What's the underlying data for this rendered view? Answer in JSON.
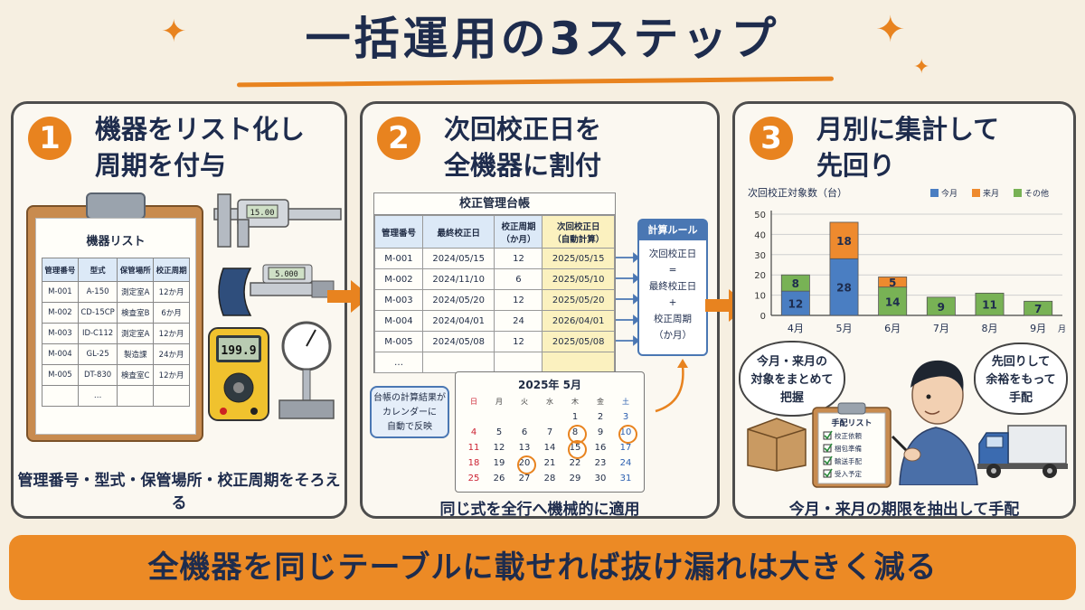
{
  "title": "一括運用の3ステップ",
  "step1": {
    "num": "1",
    "title_line1": "機器をリスト化し",
    "title_line2": "周期を付与",
    "list_title": "機器リスト",
    "headers": [
      "管理番号",
      "型式",
      "保管場所",
      "校正周期"
    ],
    "rows": [
      [
        "M-001",
        "A-150",
        "測定室A",
        "12か月"
      ],
      [
        "M-002",
        "CD-15CP",
        "検査室B",
        "6か月"
      ],
      [
        "M-003",
        "ID-C112",
        "測定室A",
        "12か月"
      ],
      [
        "M-004",
        "GL-25",
        "製造課",
        "24か月"
      ],
      [
        "M-005",
        "DT-830",
        "検査室C",
        "12か月"
      ]
    ],
    "ellipsis": "…",
    "caliper_display": "15.00",
    "micrometer_display": "5.000",
    "multimeter_display": "199.9",
    "caption": "管理番号・型式・保管場所・校正周期をそろえる"
  },
  "step2": {
    "num": "2",
    "title_line1": "次回校正日を",
    "title_line2": "全機器に割付",
    "ledger_title": "校正管理台帳",
    "headers": [
      "管理番号",
      "最終校正日",
      "校正周期\n（か月）",
      "次回校正日\n（自動計算）"
    ],
    "rows": [
      [
        "M-001",
        "2024/05/15",
        "12",
        "2025/05/15"
      ],
      [
        "M-002",
        "2024/11/10",
        "6",
        "2025/05/10"
      ],
      [
        "M-003",
        "2024/05/20",
        "12",
        "2025/05/20"
      ],
      [
        "M-004",
        "2024/04/01",
        "24",
        "2026/04/01"
      ],
      [
        "M-005",
        "2024/05/08",
        "12",
        "2025/05/08"
      ]
    ],
    "ellipsis": "…",
    "rule_title": "計算ルール",
    "rule_lines": [
      "次回校正日",
      "=",
      "最終校正日",
      "+",
      "校正周期",
      "（か月）"
    ],
    "calendar_title": "2025年 5月",
    "calendar_weekdays": [
      "日",
      "月",
      "火",
      "水",
      "木",
      "金",
      "土"
    ],
    "calendar_days": [
      "",
      "",
      "",
      "",
      "1",
      "2",
      "3",
      "4",
      "5",
      "6",
      "7",
      "8",
      "9",
      "10",
      "11",
      "12",
      "13",
      "14",
      "15",
      "16",
      "17",
      "18",
      "19",
      "20",
      "21",
      "22",
      "23",
      "24",
      "25",
      "26",
      "27",
      "28",
      "29",
      "30",
      "31"
    ],
    "calendar_marked": [
      "8",
      "10",
      "15",
      "20"
    ],
    "note": "台帳の計算結果が\nカレンダーに\n自動で反映",
    "caption": "同じ式を全行へ機械的に適用"
  },
  "step3": {
    "num": "3",
    "title_line1": "月別に集計して",
    "title_line2": "先回り",
    "bubble_left": "今月・来月の\n対象をまとめて\n把握",
    "bubble_right": "先回りして\n余裕をもって\n手配",
    "checklist_title": "手配リスト",
    "checklist_items": [
      "校正依頼",
      "梱包準備",
      "輸送手配",
      "受入予定"
    ],
    "caption": "今月・来月の期限を抽出して手配"
  },
  "chart_data": {
    "type": "bar",
    "stacked": true,
    "title": "次回校正対象数（台）",
    "categories": [
      "4月",
      "5月",
      "6月",
      "7月",
      "8月",
      "9月"
    ],
    "xlabel": "月",
    "ylabel": "",
    "ylim": [
      0,
      50
    ],
    "yticks": [
      0,
      10,
      20,
      30,
      40,
      50
    ],
    "series": [
      {
        "name": "今月",
        "color": "#4a7ec2",
        "values": [
          12,
          28,
          0,
          0,
          0,
          0
        ]
      },
      {
        "name": "来月",
        "color": "#ee8a2e",
        "values": [
          0,
          18,
          5,
          0,
          0,
          0
        ]
      },
      {
        "name": "その他",
        "color": "#78b255",
        "values": [
          8,
          0,
          14,
          9,
          11,
          7
        ]
      }
    ],
    "legend": "top-right",
    "grid": true
  },
  "banner": "全機器を同じテーブルに載せれば抜け漏れは大きく減る",
  "colors": {
    "accent": "#e8831f",
    "navy": "#1e2c4d",
    "blue": "#4a77b3",
    "background": "#f6efe1"
  }
}
